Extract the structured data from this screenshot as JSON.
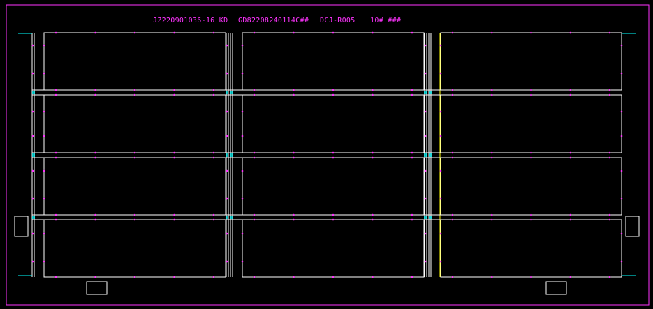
{
  "title": {
    "job": "JZ220901036-16 KD",
    "order": "GD82208240114C##",
    "code": "DCJ-R005",
    "qty": "10# ###"
  },
  "drawing": {
    "columns": 3,
    "rows": 4
  },
  "colors": {
    "background": "#000000",
    "frame": "#ff33ff",
    "outline": "#ffffff",
    "annotation": "#ff33ff",
    "accent": "#00ffff",
    "yellow": "#ffff00"
  }
}
